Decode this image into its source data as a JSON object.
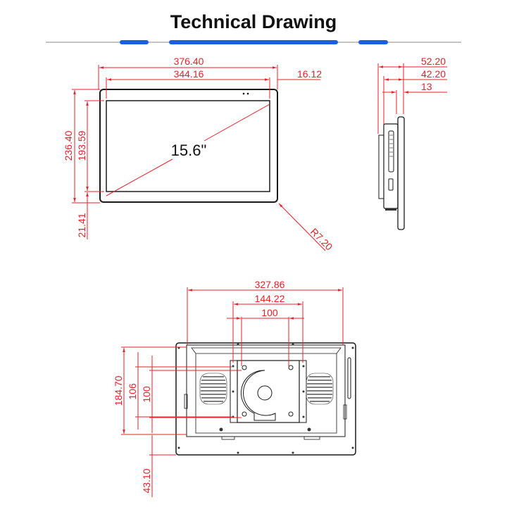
{
  "title": "Technical Drawing",
  "colors": {
    "accent_blue": "#1a5fe0",
    "dimension_red": "#e8212a",
    "outline": "#1a1a1a"
  },
  "front_view": {
    "screen_size": "15.6\"",
    "overall_width": "376.40",
    "screen_width": "344.16",
    "bezel_side": "16.12",
    "overall_height": "236.40",
    "screen_height": "193.59",
    "bezel_bottom": "21.41",
    "corner_radius": "R7.20"
  },
  "side_view": {
    "depth_total": "52.20",
    "depth_body": "42.20",
    "depth_bezel": "13"
  },
  "back_view": {
    "frame_width": "327.86",
    "plate_width": "144.22",
    "vesa_width": "100",
    "frame_height": "184.70",
    "plate_height": "106",
    "vesa_height": "100",
    "bottom_offset": "43.10"
  }
}
